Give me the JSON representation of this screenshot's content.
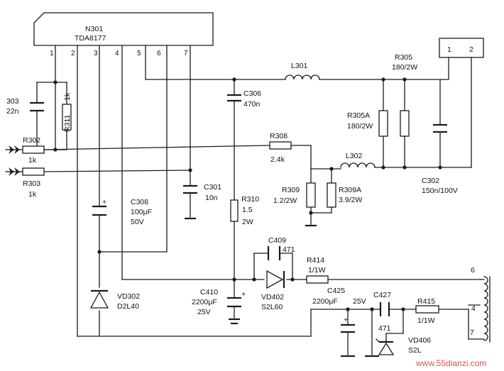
{
  "ic": {
    "designator": "N301",
    "part": "TDA8177",
    "pins": [
      "1",
      "2",
      "3",
      "4",
      "5",
      "6",
      "7"
    ]
  },
  "connector": {
    "pins": [
      "1",
      "2"
    ]
  },
  "components": {
    "c303_ref": "303",
    "c303_val": "22n",
    "r311_ref": "R311",
    "r311_val": "1k",
    "r302_ref": "R302",
    "r302_val": "1k",
    "r303_ref": "R303",
    "r303_val": "1k",
    "c308_ref": "C308",
    "c308_val": "100μF",
    "c308_volt": "50V",
    "c306_ref": "C306",
    "c306_val": "470n",
    "c301_ref": "C301",
    "c301_val": "10n",
    "r310_ref": "R310",
    "r310_val": "1.5",
    "r310_pwr": "2W",
    "l301_ref": "L301",
    "r305_ref": "R305",
    "r305_val": "180/2W",
    "r305a_ref": "R305A",
    "r305a_val": "180/2W",
    "r308_ref": "R308",
    "r308_val": "2.4k",
    "l302_ref": "L302",
    "r309_ref": "R309",
    "r309_val": "1.2/2W",
    "r309a_ref": "R309A",
    "r309a_val": "3.9/2W",
    "c302_ref": "C302",
    "c302_val": "150n/100V",
    "c409_ref": "C409",
    "c409_val": "471",
    "r414_ref": "R414",
    "r414_val": "1/1W",
    "vd402_ref": "VD402",
    "vd402_part": "S2L60",
    "c410_ref": "C410",
    "c410_val": "2200μF",
    "c410_volt": "25V",
    "c425_ref": "C425",
    "c425_val": "2200μF",
    "c425_volt": "25V",
    "c427_ref": "C427",
    "c427_val": "471",
    "r415_ref": "R415",
    "r415_val": "1/1W",
    "vd302_ref": "VD302",
    "vd302_part": "D2L40",
    "vd406_ref": "VD406",
    "vd406_part": "S2L"
  },
  "transformer": {
    "pin_6": "6",
    "pin_4": "4",
    "pin_7": "7"
  },
  "watermark": "www.55dianzi.com"
}
